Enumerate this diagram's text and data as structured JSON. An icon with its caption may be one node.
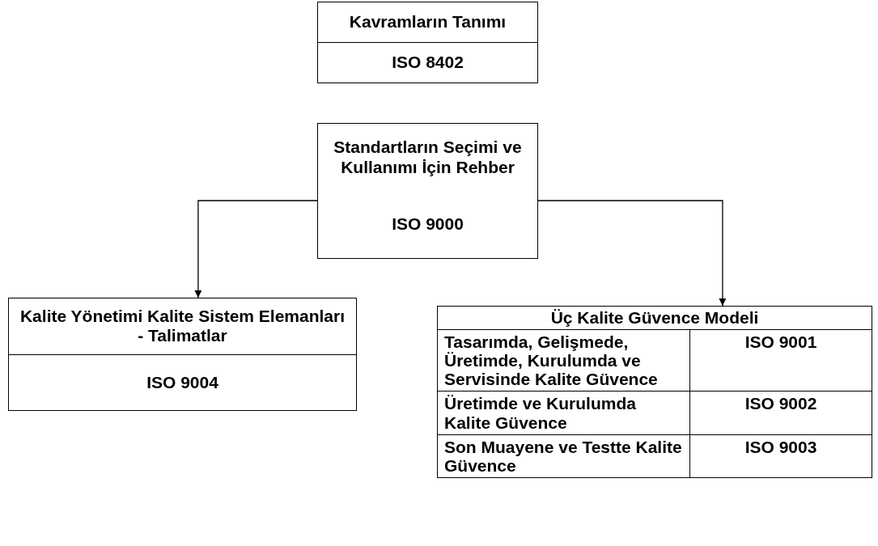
{
  "diagram": {
    "nodes": [
      {
        "text": [
          "Kavramların Tanımı",
          "ISO 8402"
        ]
      },
      {
        "text": [
          "Standartların Seçimi ve Kullanımı İçin Rehber",
          "ISO 9000"
        ]
      },
      {
        "text": [
          "Kalite Yönetimi Kalite Sistem Elemanları - Talimatlar",
          "ISO 9004"
        ]
      },
      {
        "text": [
          "Üç Kalite Güvence Modeli"
        ]
      },
      {
        "text": [
          "Tasarımda, Gelişmede, Üretimde, Kurulumda ve Servisinde Kalite Güvence",
          "ISO 9001"
        ],
        "in": 3
      },
      {
        "text": [
          "Üretimde ve Kurulumda Kalite Güvence",
          "ISO 9002"
        ],
        "in": 3
      },
      {
        "text": [
          "Son Muayene ve Testte Kalite Güvence",
          "ISO 9003"
        ],
        "in": 3
      }
    ],
    "edges": [
      {
        "from": 1,
        "to": 2,
        "arrow": "to"
      },
      {
        "from": 1,
        "to": 3,
        "arrow": "to"
      }
    ]
  }
}
